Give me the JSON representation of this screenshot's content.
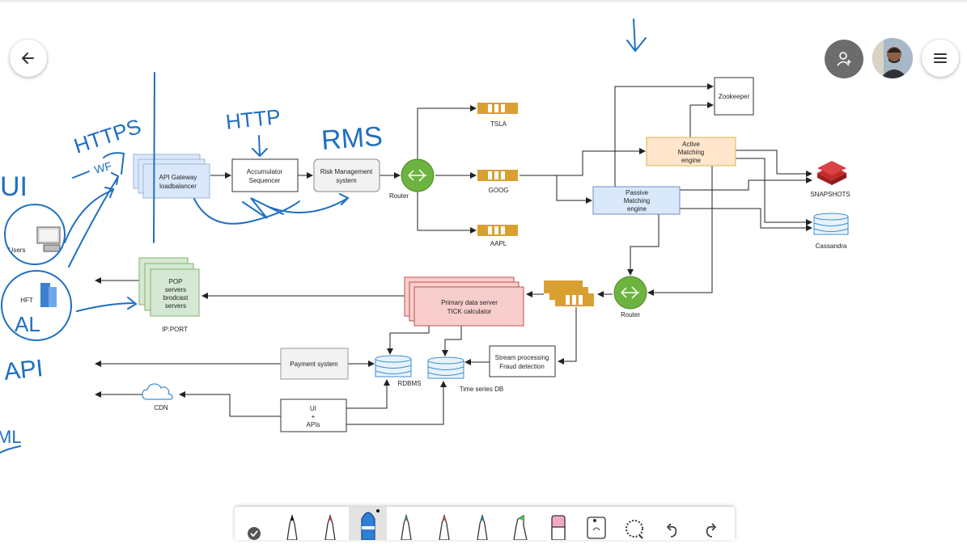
{
  "diagram": {
    "tickers": [
      "TSLA",
      "GOOG",
      "AAPL"
    ],
    "router_label": "Router",
    "router2_label": "Router",
    "api_gateway": [
      "API Gateway",
      "loadbalancer"
    ],
    "accumulator": [
      "Accumulator",
      "Sequencer"
    ],
    "risk": [
      "Risk Management",
      "system"
    ],
    "zookeeper": "Zookeeper",
    "active_engine": [
      "Active",
      "Matching",
      "engine"
    ],
    "passive_engine": [
      "Passive",
      "Matching",
      "engine"
    ],
    "snapshots": "SNAPSHOTS",
    "cassandra": "Cassandra",
    "pop": [
      "POP",
      "servers",
      "brodcast",
      "servers"
    ],
    "ipport": "IP:PORT",
    "primary": [
      "Primary data server",
      "TICK calculator"
    ],
    "payment": "Payment system",
    "rdbms": "RDBMS",
    "timeseries": "Time series DB",
    "stream": [
      "Stream processing",
      "Fraud detection"
    ],
    "cdn": "CDN",
    "ui_apis": [
      "UI",
      "+",
      "APIs"
    ],
    "users": "Users",
    "hft": "HFT"
  },
  "handwriting": {
    "https": "HTTPS",
    "http": "HTTP",
    "rms": "RMS",
    "ui": "UI",
    "wf": "WF",
    "al": "AL",
    "api": "API",
    "ml": "ML"
  },
  "colors": {
    "ink": "#1f6fc1",
    "queue": "#d9a031",
    "router": "#6cb33f",
    "blue_box": "#dae8fc",
    "green_box": "#d5e8d4",
    "red_box": "#f8cecc",
    "orange_box": "#ffe6cc",
    "grey_box": "#f2f2f2"
  },
  "toolbar": {
    "tools": [
      "done",
      "pen-black",
      "pen-red",
      "pen-blue",
      "pen-green",
      "pen-red-2",
      "pen-teal",
      "highlighter",
      "eraser",
      "lasso-select",
      "shape-select",
      "undo",
      "redo"
    ],
    "active_tool": "pen-blue"
  }
}
